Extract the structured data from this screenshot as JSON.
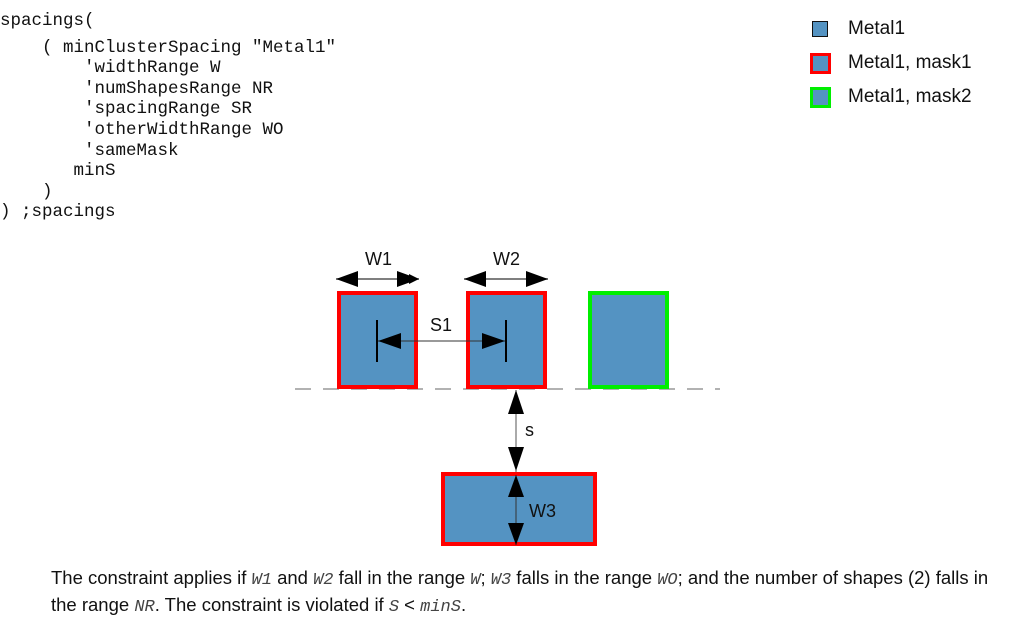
{
  "code": {
    "lines": [
      "spacings(",
      "    ( minClusterSpacing \"Metal1\"",
      "        'widthRange W",
      "        'numShapesRange NR",
      "        'spacingRange SR",
      "        'otherWidthRange WO",
      "        'sameMask",
      "       minS",
      "    )",
      ") ;spacings"
    ]
  },
  "legend": {
    "items": [
      {
        "label": "Metal1",
        "border": "#111111"
      },
      {
        "label": "Metal1, mask1",
        "border": "#ff0000"
      },
      {
        "label": "Metal1, mask2",
        "border": "#00ee00"
      }
    ]
  },
  "colors": {
    "fill": "#5493c2",
    "mask1": "#ff0000",
    "mask2": "#00ee00",
    "dash": "#999999"
  },
  "diagram": {
    "labels": {
      "w1": "W1",
      "w2": "W2",
      "s1": "S1",
      "s": "s",
      "w3": "W3"
    }
  },
  "caption": {
    "t1": "The constraint applies if ",
    "m1": "W1",
    "t2": " and ",
    "m2": "W2",
    "t3": " fall in the range ",
    "m3": "W",
    "t4": "; ",
    "m4": "W3",
    "t5": " falls in the range ",
    "m5": "WO",
    "t6": "; and the number of shapes (2) falls in the range ",
    "m6": "NR",
    "t7": ". The constraint is violated if ",
    "m7": "S",
    "t8": " < ",
    "m8": "minS",
    "t9": "."
  }
}
